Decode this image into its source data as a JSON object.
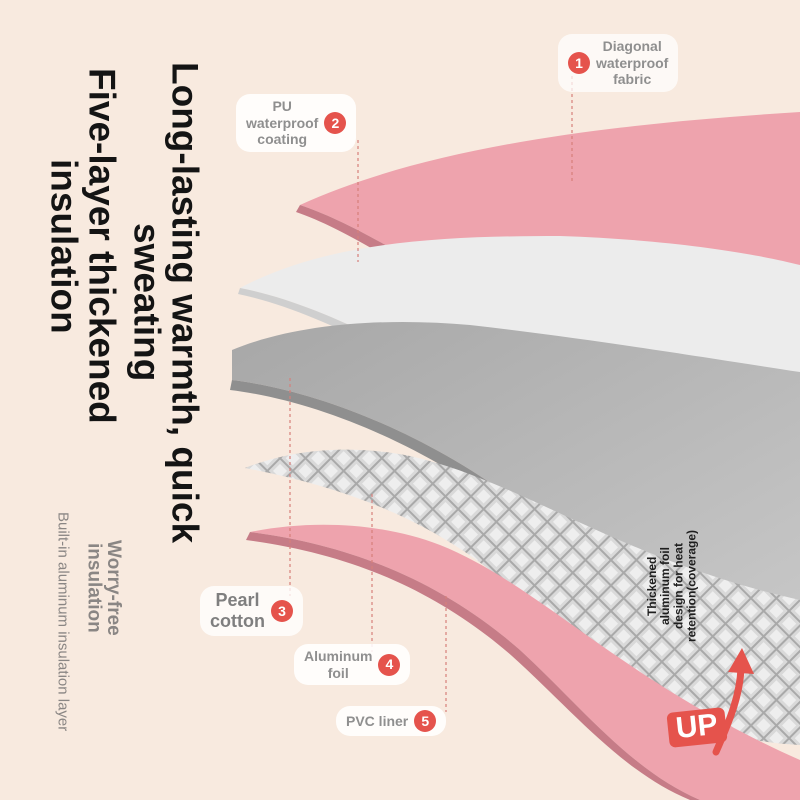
{
  "headline": {
    "line_1": "Long-lasting warmth, quick\nsweating",
    "line_2": "Five-layer thickened\ninsulation"
  },
  "subheadline": {
    "line_1": "Worry-free\ninsulation",
    "line_2": "Built-in aluminum insulation layer"
  },
  "layers": [
    {
      "number": "1",
      "label": "Diagonal\nwaterproof\nfabric"
    },
    {
      "number": "2",
      "label": "PU\nwaterproof\ncoating"
    },
    {
      "number": "3",
      "label": "Pearl\ncotton"
    },
    {
      "number": "4",
      "label": "Aluminum\nfoil"
    },
    {
      "number": "5",
      "label": "PVC liner"
    }
  ],
  "side_note": "Thickened\naluminum foil\ndesign for heat\nretention(coverage)",
  "up_badge": "UP",
  "colors": {
    "background": "#f8eadf",
    "pink_fabric": "#eea3ad",
    "white_coating": "#ededed",
    "gray_cotton": "#b8b8b8",
    "foil": "#a8a8a8",
    "accent_red": "#e5534c",
    "headline_text": "#141414"
  }
}
